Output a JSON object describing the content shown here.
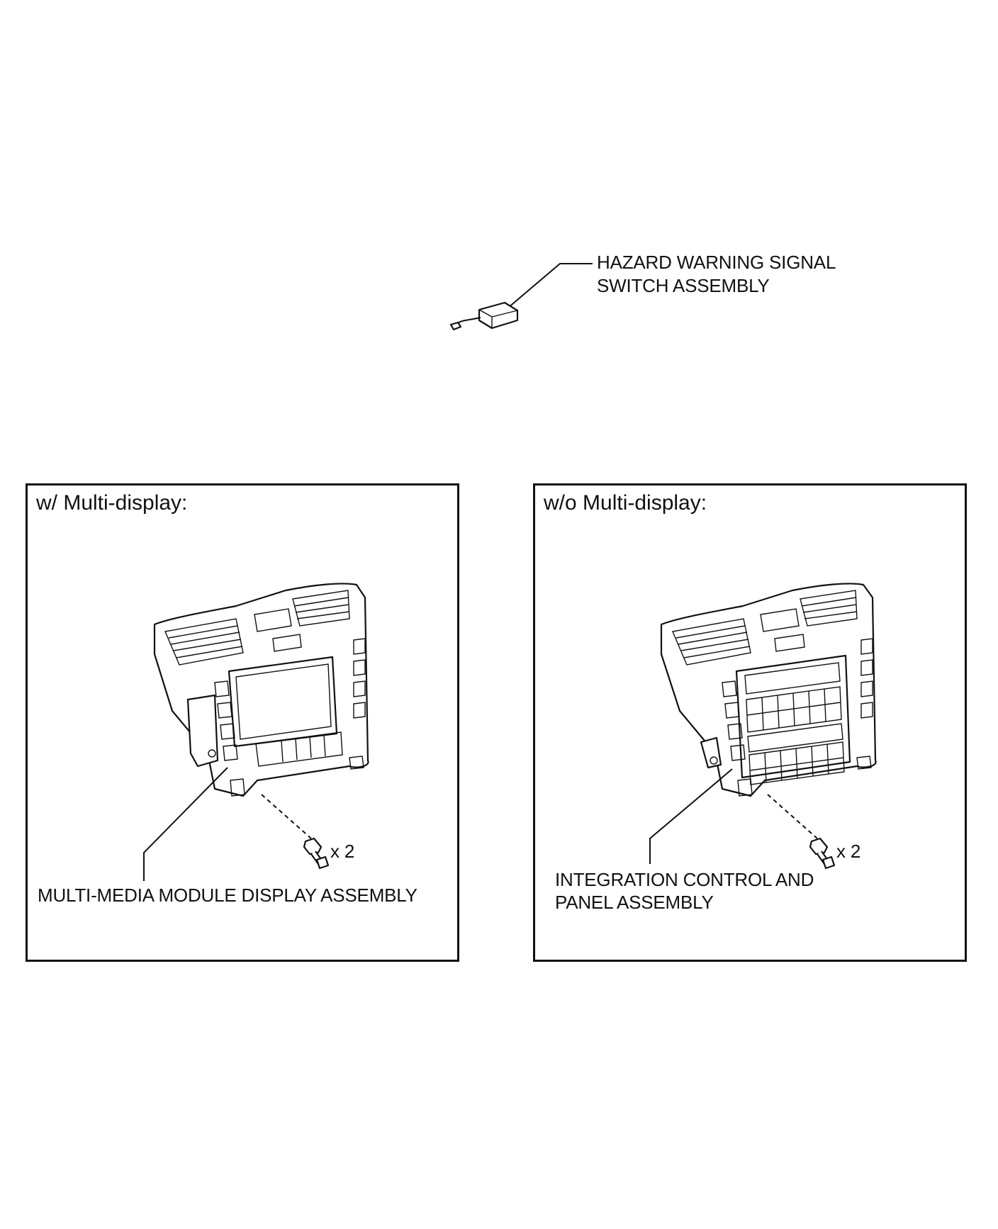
{
  "labels": {
    "hazard_line1": "HAZARD WARNING SIGNAL",
    "hazard_line2": "SWITCH ASSEMBLY",
    "panel_left_title": "w/ Multi-display:",
    "panel_right_title": "w/o Multi-display:",
    "multimedia": "MULTI-MEDIA MODULE DISPLAY ASSEMBLY",
    "integration_line1": "INTEGRATION CONTROL AND",
    "integration_line2": "PANEL ASSEMBLY",
    "qty_left": "x 2",
    "qty_right": "x 2"
  }
}
